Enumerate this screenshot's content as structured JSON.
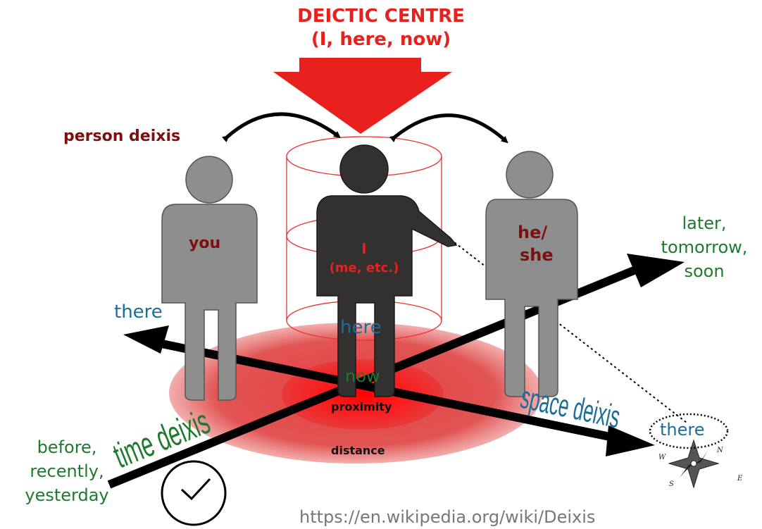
{
  "title": {
    "line1": "DEICTIC CENTRE",
    "line2": "(I, here, now)"
  },
  "labels": {
    "person_deixis": "person deixis",
    "you": "you",
    "i": "I",
    "me_etc": "(me, etc.)",
    "he_line1": "he/",
    "he_line2": "she",
    "later": "later,",
    "tomorrow": "tomorrow,",
    "soon": "soon",
    "there_left": "there",
    "there_right": "there",
    "here": "here",
    "now": "now",
    "proximity": "proximity",
    "distance": "distance",
    "time_deixis": "time deixis",
    "space_deixis": "space deixis",
    "before": "before,",
    "recently": "recently,",
    "yesterday": "yesterday"
  },
  "compass_letters": {
    "n": "N",
    "e": "E",
    "s": "S",
    "w": "W"
  },
  "source_url": "https://en.wikipedia.org/wiki/Deixis",
  "colors": {
    "centre_red": "#e8201e",
    "dark_red": "#7a1010",
    "green": "#1e7a2c",
    "blue": "#1c6d97",
    "person_grey": "#8e8e8e",
    "person_dark": "#333030",
    "url_grey": "#777777"
  }
}
